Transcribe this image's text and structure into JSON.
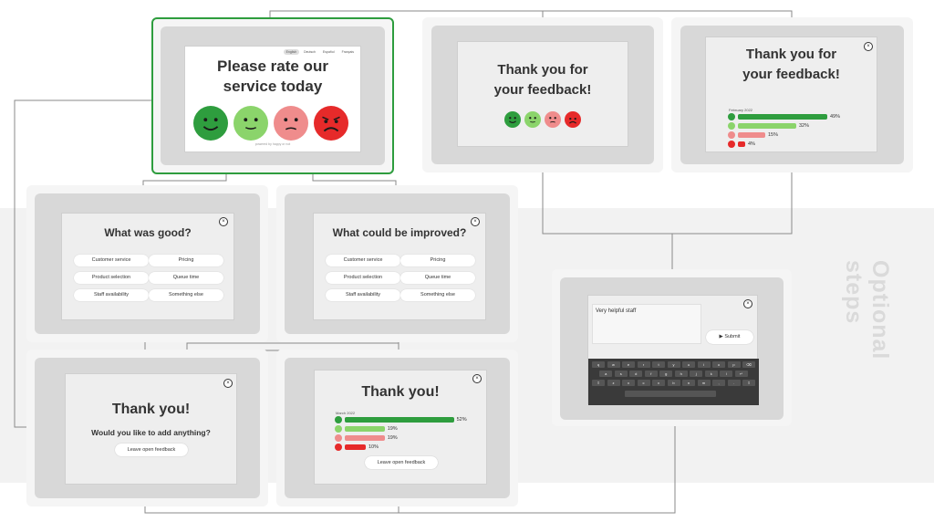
{
  "optional_label": "Optional steps",
  "rating": {
    "title_line1": "Please rate our",
    "title_line2": "service today",
    "languages": [
      "English",
      "Deutsch",
      "Español",
      "Français"
    ],
    "footer": "powered by happy or not"
  },
  "thanks_a": {
    "line1": "Thank you for",
    "line2": "your feedback!"
  },
  "thanks_b": {
    "line1": "Thank you for",
    "line2": "your feedback!",
    "close": "×",
    "month": "February 2022",
    "rows": [
      {
        "percent": "49%",
        "value": 49
      },
      {
        "percent": "32%",
        "value": 32
      },
      {
        "percent": "15%",
        "value": 15
      },
      {
        "percent": "4%",
        "value": 4
      }
    ]
  },
  "good": {
    "title": "What was good?",
    "close": "×",
    "options": [
      "Customer service",
      "Pricing",
      "Product selection",
      "Queue time",
      "Staff availability",
      "Something else"
    ]
  },
  "improve": {
    "title": "What could be improved?",
    "close": "×",
    "options": [
      "Customer service",
      "Pricing",
      "Product selection",
      "Queue time",
      "Staff availability",
      "Something else"
    ]
  },
  "thanks_c": {
    "title": "Thank you!",
    "question": "Would you like to add anything?",
    "button": "Leave open feedback",
    "close": "×"
  },
  "thanks_d": {
    "title": "Thank you!",
    "month": "March 2022",
    "button": "Leave open feedback",
    "close": "×",
    "rows": [
      {
        "percent": "52%",
        "value": 52
      },
      {
        "percent": "19%",
        "value": 19
      },
      {
        "percent": "19%",
        "value": 19
      },
      {
        "percent": "10%",
        "value": 10
      }
    ]
  },
  "open_feedback": {
    "text": "Very helpful staff",
    "submit": "Submit",
    "close": "×",
    "keyboard_rows": [
      [
        "q",
        "w",
        "e",
        "r",
        "t",
        "y",
        "u",
        "i",
        "o",
        "p",
        "⌫"
      ],
      [
        "a",
        "s",
        "d",
        "f",
        "g",
        "h",
        "j",
        "k",
        "l",
        "↵"
      ],
      [
        "⇧",
        "z",
        "x",
        "c",
        "v",
        "b",
        "n",
        "m",
        ",",
        ".",
        "⇧"
      ]
    ]
  },
  "colors": {
    "very_happy": "#2e9d3e",
    "happy": "#8bd46b",
    "unhappy": "#ef8c8c",
    "very_unhappy": "#e62a2a",
    "selected_border": "#2e9d3e"
  }
}
